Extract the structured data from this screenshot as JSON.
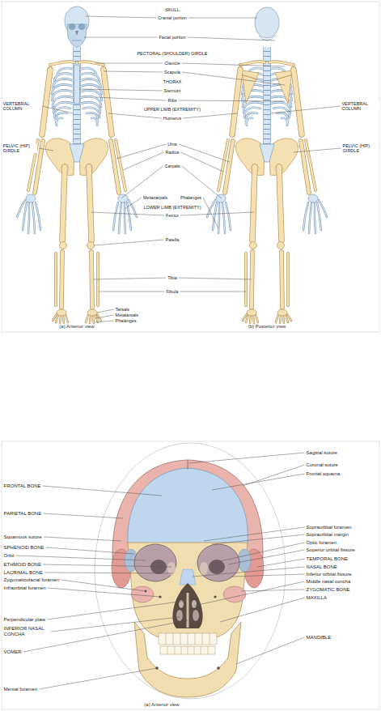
{
  "diagram": {
    "labels": [
      "SKULL",
      "Cranial portion",
      "Facial portion",
      "PECTORAL (SHOULDER) GIRDLE",
      "Clavicle",
      "Scapula",
      "THORAX",
      "Sternum",
      "Ribs",
      "VERTEBRAL COLUMN",
      "UPPER LIMB (EXTREMITY)",
      "Humerus",
      "VERTEBRAL COLUMN",
      "PELVIC (HIP) GIRDLE",
      "Ulna",
      "Radius",
      "PELVIC (HIP) GIRDLE",
      "Carpals",
      "Metacarpals",
      "Phalanges",
      "LOWER LIMB (EXTREMITY)",
      "Femur",
      "Patella",
      "Tibia",
      "Fibula",
      "Tarsals",
      "Metatarsals",
      "Phalanges",
      "(a) Anterior view",
      "(b) Posterior view",
      "Sagittal suture",
      "FRONTAL BONE",
      "Coronal suture",
      "Frontal squama",
      "PARIETAL BONE",
      "Supraorbital foramen",
      "Supraorbital margin",
      "Squamous suture",
      "Optic foramen",
      "SPHENOID BONE",
      "Superior orbital fissure",
      "Orbit",
      "TEMPORAL BONE",
      "ETHMOID BONE",
      "NASAL BONE",
      "LACRIMAL BONE",
      "Inferior orbital fissure",
      "Zygomaticofacial foramen",
      "Middle nasal concha",
      "Infraorbital foramen",
      "ZYGOMATIC BONE",
      "MAXILLA",
      "Perpendicular plate",
      "INFERIOR NASAL CONCHA",
      "MANDIBLE",
      "VOMER",
      "Mental foramen",
      "(a) Anterior view"
    ]
  }
}
